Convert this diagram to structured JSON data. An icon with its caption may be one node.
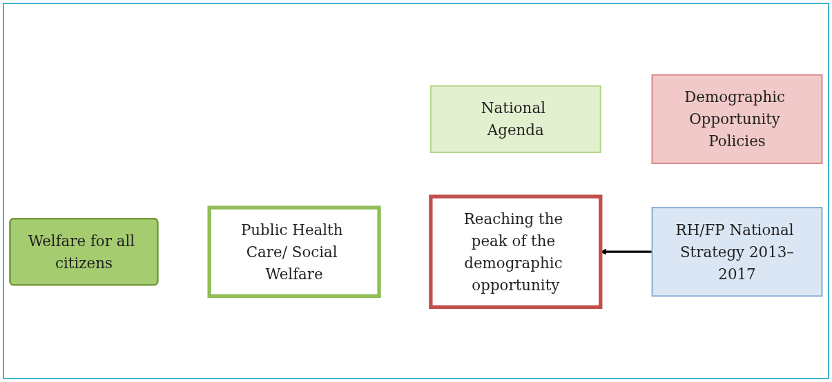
{
  "diagram": {
    "nodes": [
      {
        "text": [
          "National Agenda"
        ]
      },
      {
        "text": [
          "Demographic Opportunity Policies"
        ]
      },
      {
        "text": [
          "Welfare for all citizens"
        ]
      },
      {
        "text": [
          "Public Health Care/ Social Welfare"
        ]
      },
      {
        "text": [
          "Reaching the peak of the demographic opportunity"
        ]
      },
      {
        "text": [
          "RH/FP National Strategy 2013–2017"
        ]
      }
    ],
    "edges": [
      {
        "from": 5,
        "to": 4,
        "arrow": "to"
      }
    ]
  }
}
